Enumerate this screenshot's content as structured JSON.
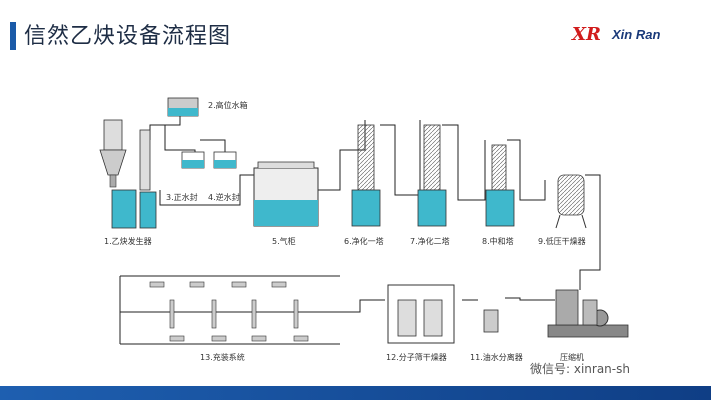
{
  "title": "信然乙炔设备流程图",
  "logo": {
    "mark": "XR",
    "text": "Xin Ran"
  },
  "labels": {
    "l1": "1.乙炔发生器",
    "l2": "2.高位水箱",
    "l3": "3.正水封",
    "l4": "4.逆水封",
    "l5": "5.气柜",
    "l6": "6.净化一塔",
    "l7": "7.净化二塔",
    "l8": "8.中和塔",
    "l9": "9.低压干燥器",
    "l10": "压缩机",
    "l11": "11.油水分离器",
    "l12": "12.分子筛干燥器",
    "l13": "13.充装系统"
  },
  "watermark": "微信号: xinran-sh",
  "colors": {
    "water": "#3fb8cc",
    "line": "#222222",
    "accent": "#1a5aa8",
    "brand_red": "#d11c1c"
  }
}
